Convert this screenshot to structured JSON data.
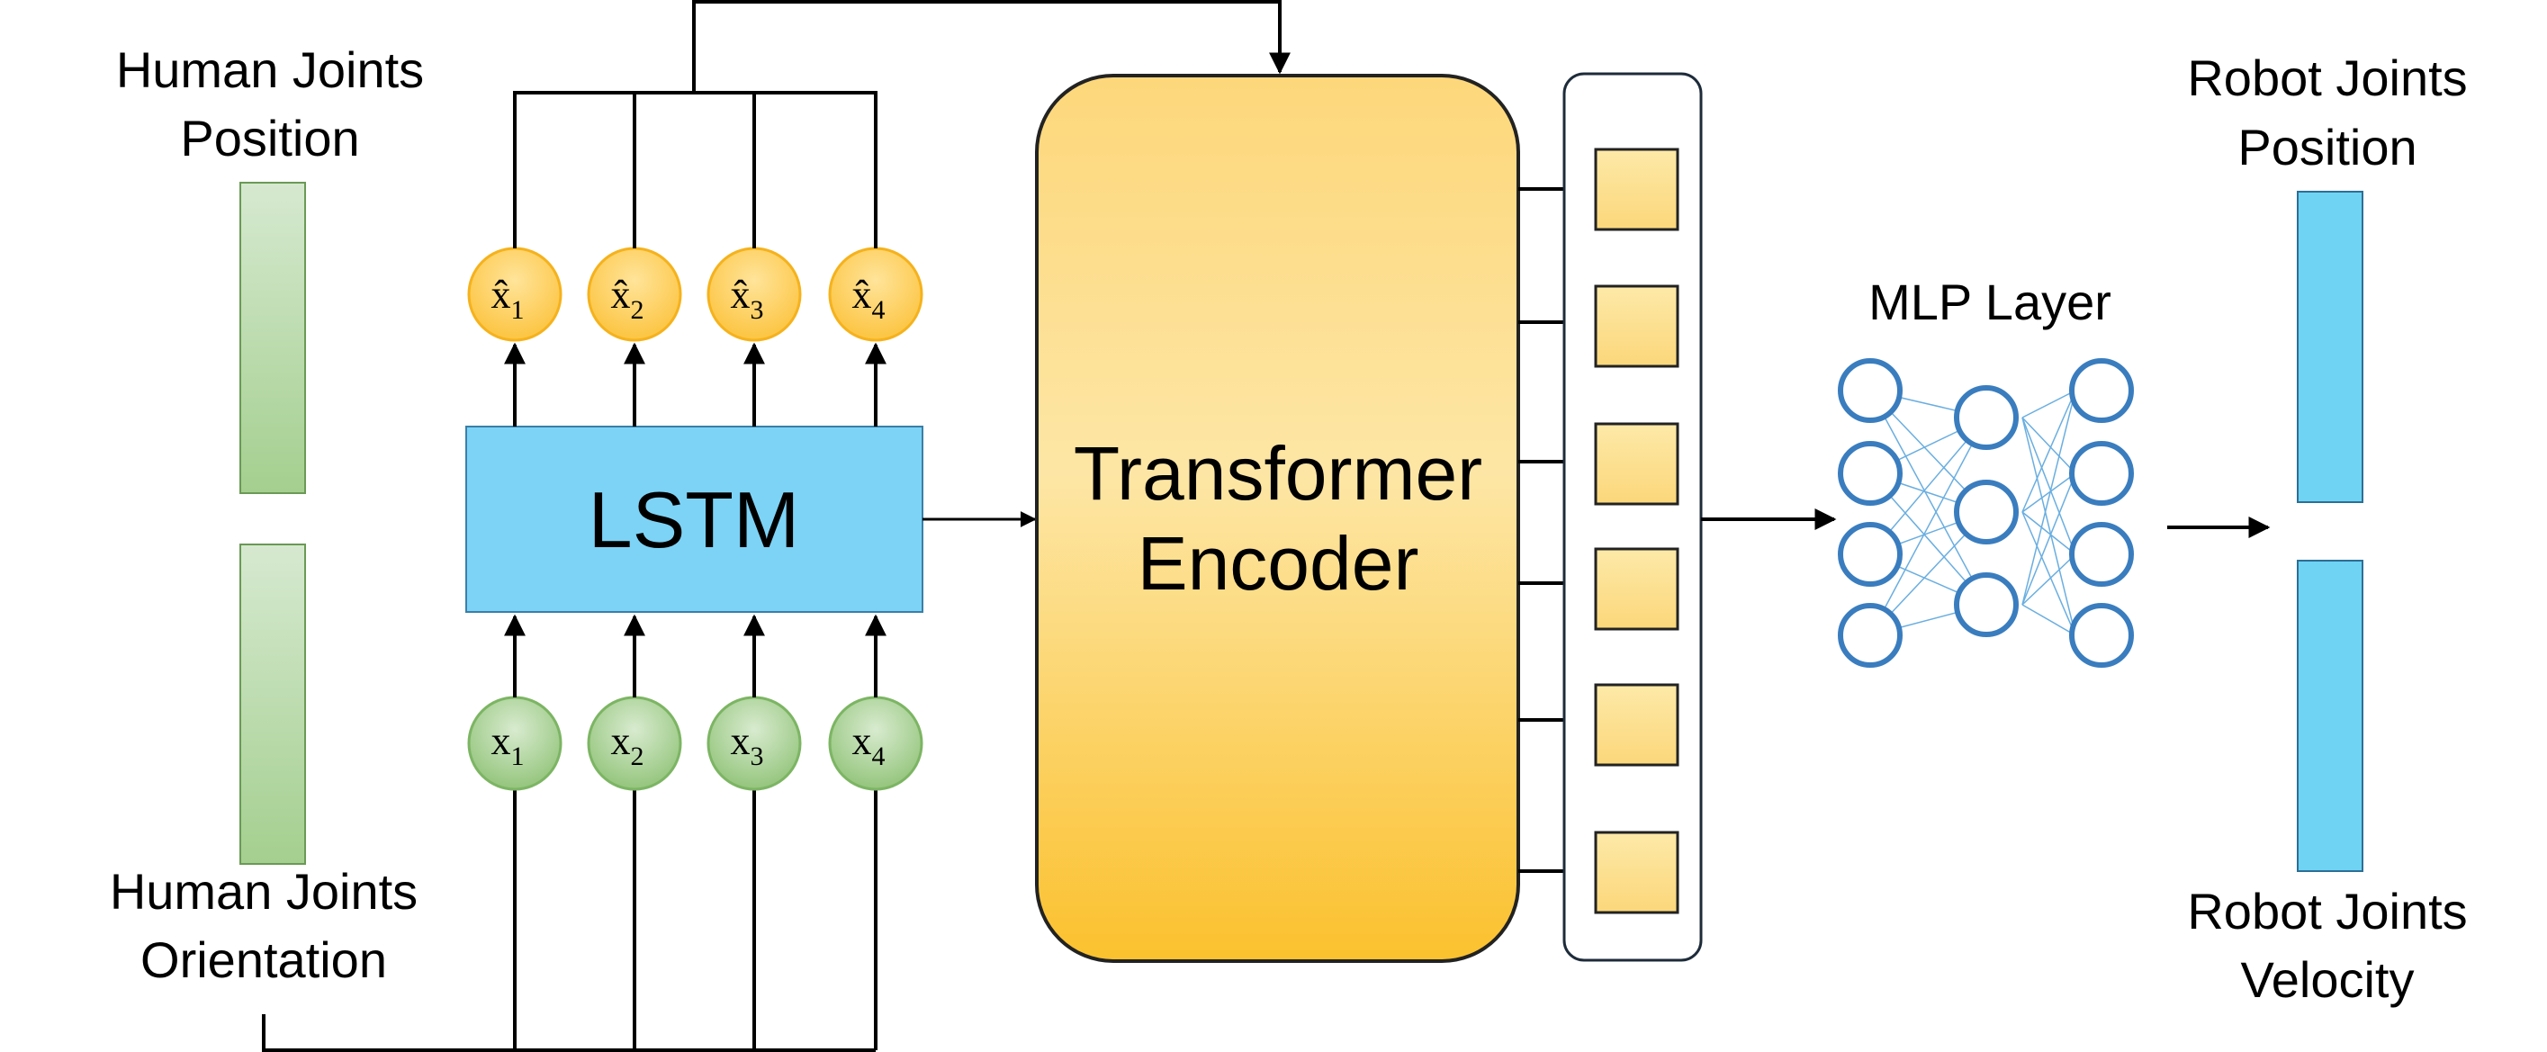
{
  "labels": {
    "human_position_line1": "Human Joints",
    "human_position_line2": "Position",
    "human_orientation_line1": "Human Joints",
    "human_orientation_line2": "Orientation",
    "lstm": "LSTM",
    "transformer_line1": "Transformer",
    "transformer_line2": "Encoder",
    "mlp": "MLP Layer",
    "robot_position_line1": "Robot Joints",
    "robot_position_line2": "Position",
    "robot_velocity_line1": "Robot Joints",
    "robot_velocity_line2": "Velocity"
  },
  "inputs": [
    {
      "base": "x",
      "sub": "1"
    },
    {
      "base": "x",
      "sub": "2"
    },
    {
      "base": "x",
      "sub": "3"
    },
    {
      "base": "x",
      "sub": "4"
    }
  ],
  "outputs": [
    {
      "base": "x̂",
      "sub": "1"
    },
    {
      "base": "x̂",
      "sub": "2"
    },
    {
      "base": "x̂",
      "sub": "3"
    },
    {
      "base": "x̂",
      "sub": "4"
    }
  ],
  "colors": {
    "green_light": "#d6e9d0",
    "green_dark": "#a4cf8f",
    "orange_light": "#fde7a0",
    "orange_dark": "#fcc22e",
    "lstm_blue": "#7dd3f6",
    "robot_blue": "#6fd3f4",
    "mlp_blue": "#3a7dbf"
  }
}
